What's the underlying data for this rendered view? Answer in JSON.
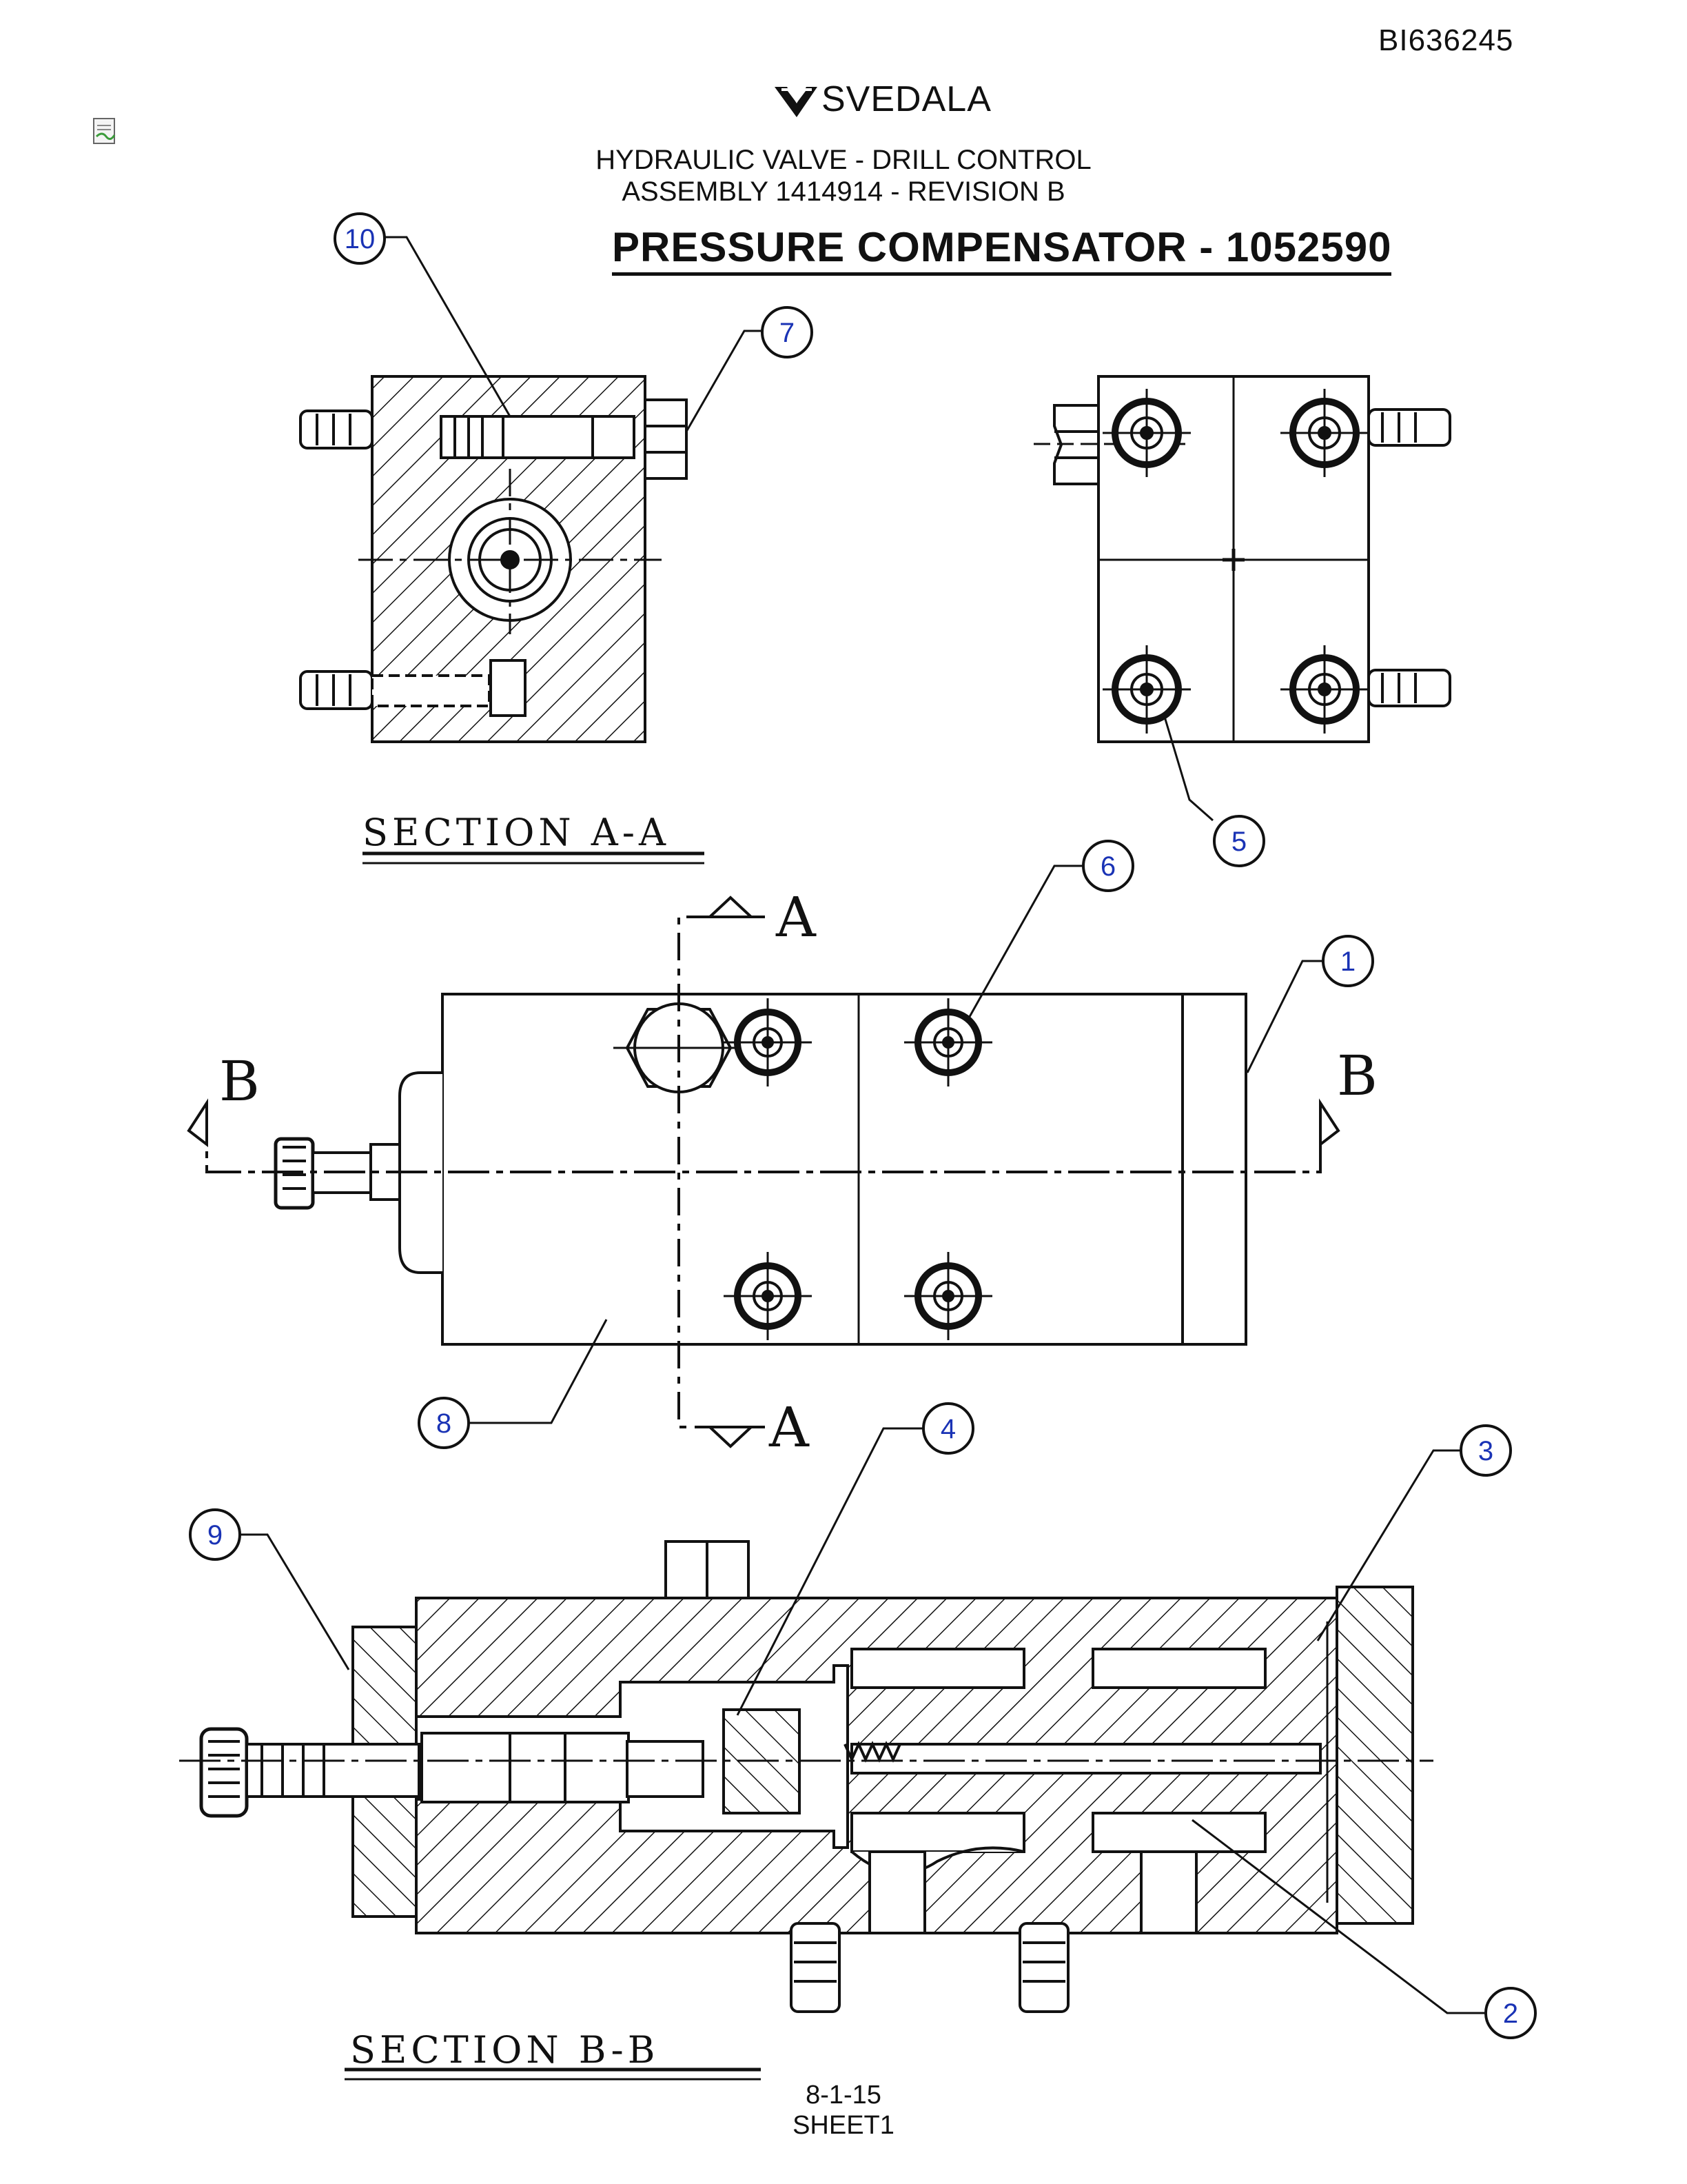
{
  "header": {
    "doc_id": "BI636245",
    "brand": "SVEDALA",
    "title_line1": "HYDRAULIC VALVE - DRILL CONTROL",
    "title_line2": "ASSEMBLY 1414914 - REVISION B",
    "main_title": "PRESSURE COMPENSATOR - 1052590"
  },
  "sections": {
    "aa_label": "SECTION A-A",
    "bb_label": "SECTION B-B",
    "cut_a_top": "A",
    "cut_a_bottom": "A",
    "cut_b_left": "B",
    "cut_b_right": "B"
  },
  "callouts": [
    "1",
    "2",
    "3",
    "4",
    "5",
    "6",
    "7",
    "8",
    "9",
    "10"
  ],
  "footer": {
    "page": "8-1-15",
    "sheet": "SHEET1"
  },
  "colors": {
    "callout": "#1a33b5",
    "line": "#111111"
  }
}
